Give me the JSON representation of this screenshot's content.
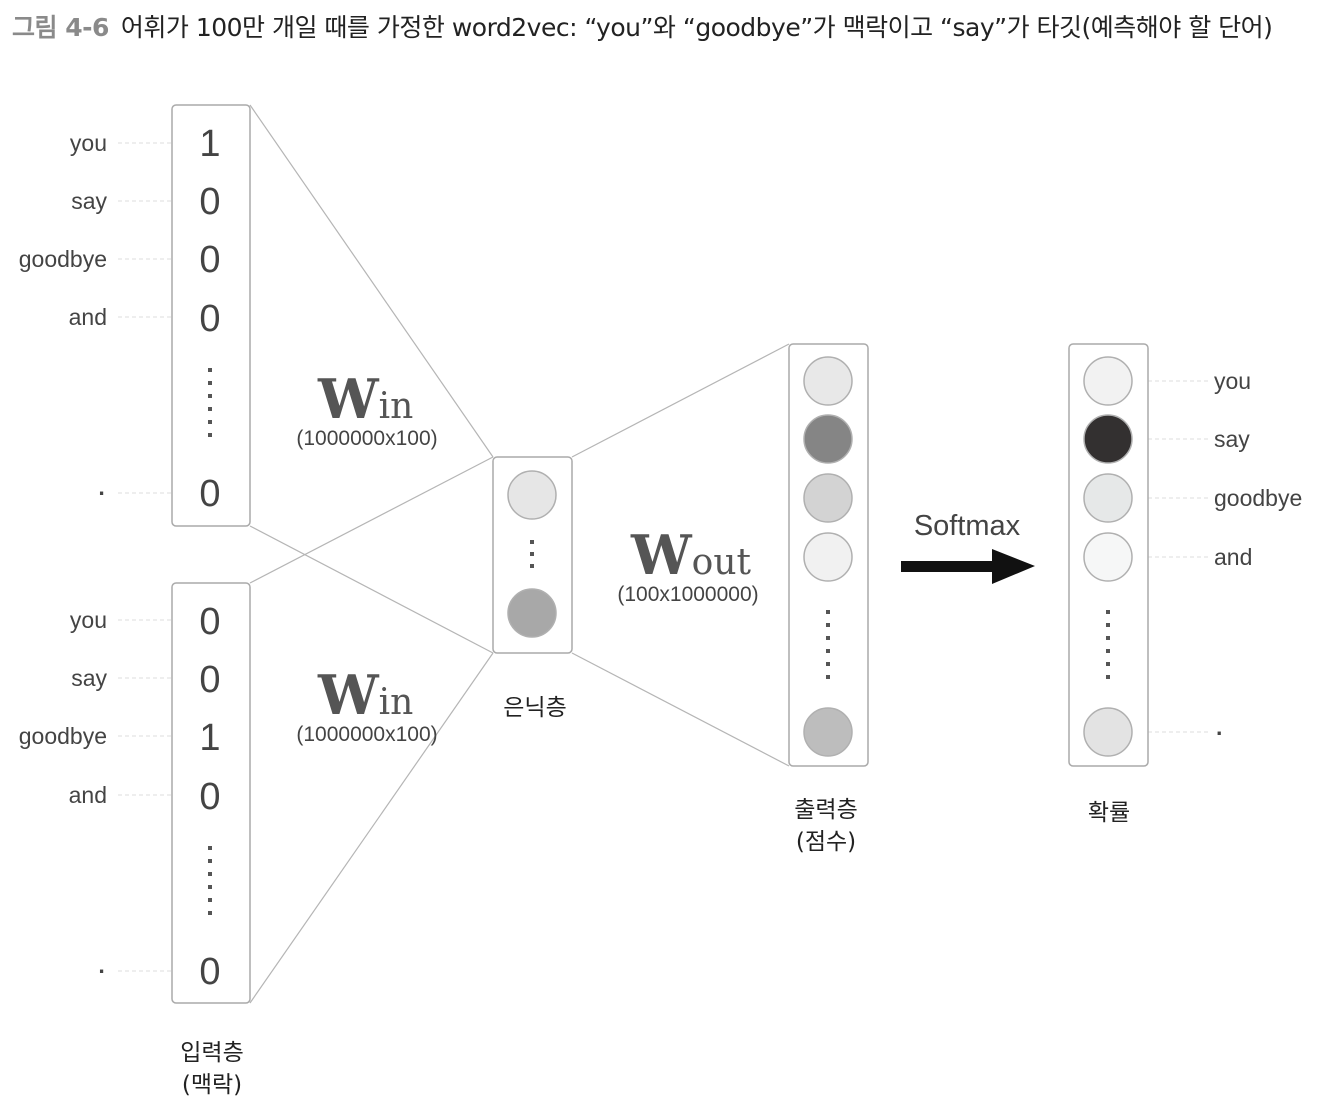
{
  "caption": {
    "figure_label": "그림 4-6",
    "text": "어휘가 100만 개일 때를 가정한 word2vec: “you”와 “goodbye”가 맥락이고 “say”가 타깃(예측해야 할 단어)"
  },
  "input_top": {
    "words": [
      "you",
      "say",
      "goodbye",
      "and"
    ],
    "last_word": "·",
    "values": [
      "1",
      "0",
      "0",
      "0"
    ],
    "last_value": "0"
  },
  "input_bottom": {
    "words": [
      "you",
      "say",
      "goodbye",
      "and"
    ],
    "last_word": "·",
    "values": [
      "0",
      "0",
      "1",
      "0"
    ],
    "last_value": "0"
  },
  "input_label": {
    "line1": "입력층",
    "line2": "(맥락)"
  },
  "w_in_top": {
    "main": "W",
    "sub": "in",
    "dims": "(1000000x100)"
  },
  "w_in_bottom": {
    "main": "W",
    "sub": "in",
    "dims": "(1000000x100)"
  },
  "w_out": {
    "main": "W",
    "sub": "out",
    "dims": "(100x1000000)"
  },
  "hidden": {
    "label": "은닉층",
    "neuron_colors": [
      "#e6e6e6",
      "#a8a8a8"
    ]
  },
  "output": {
    "label_line1": "출력층",
    "label_line2": "(점수)",
    "neuron_colors": [
      "#e8e8e8",
      "#858585",
      "#d3d3d3",
      "#f1f1f1",
      "#bdbdbd"
    ]
  },
  "softmax": {
    "label": "Softmax"
  },
  "probability": {
    "label": "확률",
    "words": [
      "you",
      "say",
      "goodbye",
      "and"
    ],
    "last_word": "·",
    "neuron_colors": [
      "#f2f2f2",
      "#333030",
      "#e6e8e8",
      "#f6f7f7",
      "#e3e3e3"
    ]
  }
}
